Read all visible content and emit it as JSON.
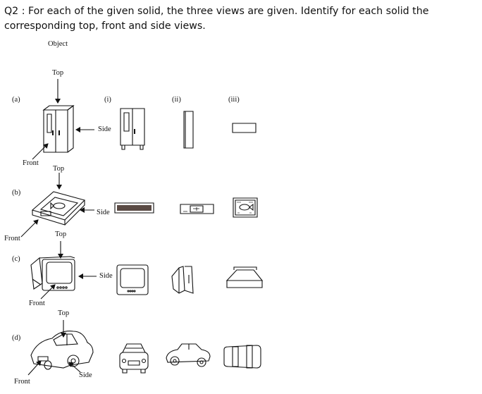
{
  "question": {
    "number": "Q2 :",
    "text": "For each of the given solid, the three views are given. Identify for each solid the corresponding top, front and side views."
  },
  "header": {
    "object": "Object",
    "views": [
      "(i)",
      "(ii)",
      "(iii)"
    ]
  },
  "rows": [
    {
      "id": "(a)",
      "top": "Top",
      "side": "Side",
      "front": "Front"
    },
    {
      "id": "(b)",
      "top": "Top",
      "side": "Side",
      "front": "Front"
    },
    {
      "id": "(c)",
      "top": "Top",
      "side": "Side",
      "front": "Front"
    },
    {
      "id": "(d)",
      "top": "Top",
      "side": "Side",
      "front": "Front"
    }
  ],
  "icons": [
    "refrigerator",
    "box-with-fish-picture",
    "television",
    "car"
  ]
}
